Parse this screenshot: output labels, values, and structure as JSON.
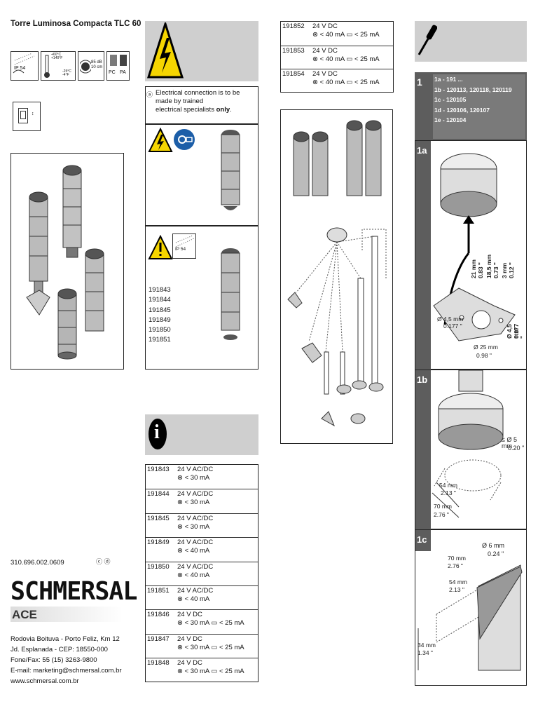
{
  "header": {
    "title": "Torre Luminosa Compacta TLC 60"
  },
  "icons_row": {
    "ip": "IP 54",
    "temp_hi": "+60°C +140°F",
    "temp_lo": "-25°C -4°F",
    "sound": "85 dB 10 cm",
    "pc": "PC",
    "pa": "PA"
  },
  "warning": {
    "text_a": "Electrical connection is to be made by trained",
    "text_b": "electrical specialists ",
    "text_bold": "only",
    "text_c": "."
  },
  "ip_label": "IP 54",
  "models_list": [
    "191843",
    "191844",
    "191845",
    "191849",
    "191850",
    "191851"
  ],
  "table_top": [
    {
      "code": "191852",
      "volt": "24 V DC",
      "spec": "⊗ < 40 mA  ▭ < 25 mA"
    },
    {
      "code": "191853",
      "volt": "24 V DC",
      "spec": "⊗ < 40 mA  ▭ < 25 mA"
    },
    {
      "code": "191854",
      "volt": "24 V DC",
      "spec": "⊗ < 40 mA  ▭ < 25 mA"
    }
  ],
  "table_main": [
    {
      "code": "191843",
      "volt": "24 V AC/DC",
      "spec": "⊗ < 30 mA"
    },
    {
      "code": "191844",
      "volt": "24 V AC/DC",
      "spec": "⊗ < 30 mA"
    },
    {
      "code": "191845",
      "volt": "24 V AC/DC",
      "spec": "⊗ < 30 mA"
    },
    {
      "code": "191849",
      "volt": "24 V AC/DC",
      "spec": "⊗ < 40 mA"
    },
    {
      "code": "191850",
      "volt": "24 V AC/DC",
      "spec": "⊗ < 40 mA"
    },
    {
      "code": "191851",
      "volt": "24 V AC/DC",
      "spec": "⊗ < 40 mA"
    },
    {
      "code": "191846",
      "volt": "24 V DC",
      "spec": "⊗ < 30 mA  ▭ < 25 mA"
    },
    {
      "code": "191847",
      "volt": "24 V DC",
      "spec": "⊗ < 30 mA  ▭ < 25 mA"
    },
    {
      "code": "191848",
      "volt": "24 V DC",
      "spec": "⊗ < 30 mA  ▭ < 25 mA"
    }
  ],
  "mounting": {
    "step": "1",
    "lines": [
      "1a - 191 ...",
      "1b - 120113, 120118, 120119",
      "1c - 120105",
      "1d - 120106, 120107",
      "1e - 120104"
    ],
    "label_1a": "1a",
    "label_1b": "1b",
    "label_1c": "1c",
    "dims_1a": {
      "d45": "Ø 4,5 mm",
      "d45in": "0.177 \"",
      "d25": "Ø 25 mm",
      "d25in": "0.98 \"",
      "v1": "21 mm",
      "v1in": "0.83 \"",
      "v2": "18,5 mm",
      "v2in": "0.73 \"",
      "v3": "3 mm",
      "v3in": "0.12 \"",
      "v4": "Ø 4,5 mm",
      "v4in": "0.177 \""
    },
    "dims_1b": {
      "d5": "≤ Ø 5 mm",
      "d5in": "0.20 \"",
      "w54": "54 mm",
      "w54in": "2.13 \"",
      "w70": "70 mm",
      "w70in": "2.76 \""
    },
    "dims_1c": {
      "d6": "Ø 6 mm",
      "d6in": "0.24 \"",
      "w70": "70 mm",
      "w70in": "2.76 \"",
      "w54": "54 mm",
      "w54in": "2.13 \"",
      "h34": "34 mm",
      "h34in": "1.34 \""
    }
  },
  "footer": {
    "doc_number": "310.696.002.0609",
    "brand": "SCHMERSAL",
    "sub_brand": "ACE",
    "address": [
      "Rodovia Boituva - Porto Feliz, Km 12",
      "Jd. Esplanada - CEP: 18550-000",
      "Fone/Fax: 55 (15) 3263-9800",
      "E-mail: marketing@schmersal.com.br",
      "www.schmersal.com.br"
    ]
  }
}
